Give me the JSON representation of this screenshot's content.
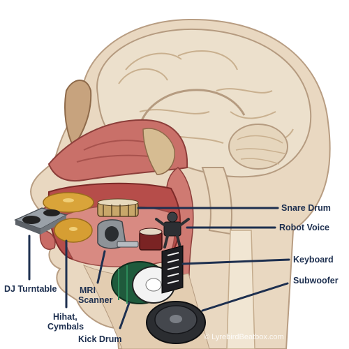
{
  "labels": {
    "snare_drum": "Snare Drum",
    "robot_voice": "Robot Voice",
    "keyboard": "Keyboard",
    "subwoofer": "Subwoofer",
    "dj_turntable": "DJ Turntable",
    "mri_scanner_line1": "MRI",
    "mri_scanner_line2": "Scanner",
    "hihat_line1": "Hihat,",
    "hihat_line2": "Cymbals",
    "kick_drum": "Kick Drum"
  },
  "watermark": "© LyrebirdBeatbox.com",
  "colors": {
    "label_text": "#1d2f4f",
    "leader_line": "#1d2f4f",
    "skin": "#e9d8c1",
    "brain": "#ece0cc",
    "throat_pink": "#d97f7a",
    "cymbal_gold": "#d9a43a"
  },
  "icons": {
    "turntable": "turntable-icon",
    "cymbals": "cymbal-icon",
    "snare": "snare-drum-icon",
    "robot": "robot-icon",
    "mri": "mri-scanner-icon",
    "kick": "kick-drum-icon",
    "keyboard": "keyboard-icon",
    "speaker": "subwoofer-icon"
  }
}
